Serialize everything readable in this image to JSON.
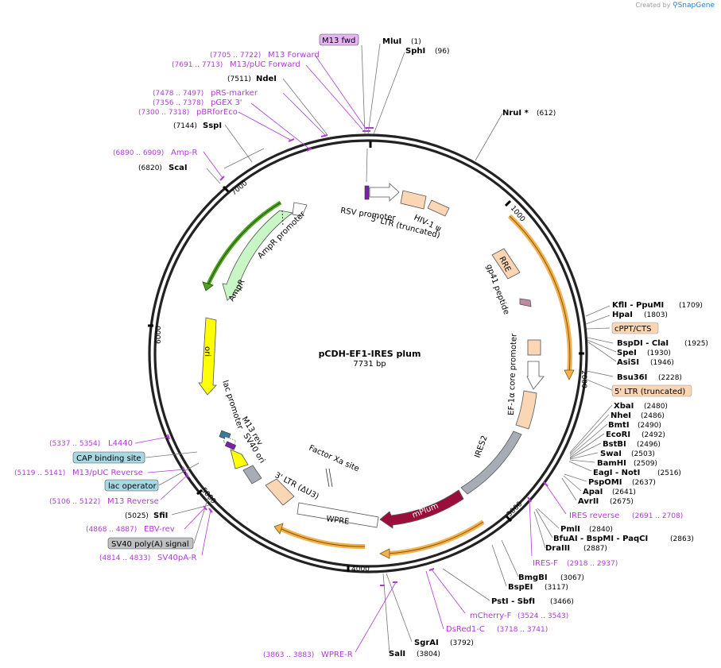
{
  "brand": {
    "prefix": "Created by",
    "name": "SnapGene"
  },
  "plasmid": {
    "name": "pCDH-EF1-IRES plum",
    "length": "7731 bp"
  },
  "ticks": [
    "1000",
    "2000",
    "3000",
    "4000",
    "5000",
    "6000",
    "7000"
  ],
  "sites": [
    {
      "enz": "MluI",
      "pos": "(1)"
    },
    {
      "enz": "SphI",
      "pos": "(96)"
    },
    {
      "enz": "NruI *",
      "pos": "(612)"
    },
    {
      "enz": "KflI - PpuMI",
      "pos": "(1709)"
    },
    {
      "enz": "HpaI",
      "pos": "(1803)"
    },
    {
      "enz": "BspDI - ClaI",
      "pos": "(1925)"
    },
    {
      "enz": "SpeI",
      "pos": "(1930)"
    },
    {
      "enz": "AsiSI",
      "pos": "(1946)"
    },
    {
      "enz": "Bsu36I",
      "pos": "(2228)"
    },
    {
      "enz": "XbaI",
      "pos": "(2480)"
    },
    {
      "enz": "NheI",
      "pos": "(2486)"
    },
    {
      "enz": "BmtI",
      "pos": "(2490)"
    },
    {
      "enz": "EcoRI",
      "pos": "(2492)"
    },
    {
      "enz": "BstBI",
      "pos": "(2496)"
    },
    {
      "enz": "SwaI",
      "pos": "(2503)"
    },
    {
      "enz": "BamHI",
      "pos": "(2509)"
    },
    {
      "enz": "EagI - NotI",
      "pos": "(2516)"
    },
    {
      "enz": "PspOMI",
      "pos": "(2637)"
    },
    {
      "enz": "ApaI",
      "pos": "(2641)"
    },
    {
      "enz": "AvrII",
      "pos": "(2675)"
    },
    {
      "enz": "PmlI",
      "pos": "(2840)"
    },
    {
      "enz": "BfuAI - BspMI - PaqCI",
      "pos": "(2863)"
    },
    {
      "enz": "DraIII",
      "pos": "(2887)"
    },
    {
      "enz": "BmgBI",
      "pos": "(3067)"
    },
    {
      "enz": "BspEI",
      "pos": "(3117)"
    },
    {
      "enz": "PstI - SbfI",
      "pos": "(3466)"
    },
    {
      "enz": "SgrAI",
      "pos": "(3792)"
    },
    {
      "enz": "SalI",
      "pos": "(3804)"
    },
    {
      "enz": "SfiI",
      "pos": "(5025)"
    },
    {
      "enz": "ScaI",
      "pos": "(6820)"
    },
    {
      "enz": "SspI",
      "pos": "(7144)"
    },
    {
      "enz": "NdeI",
      "pos": "(7511)"
    }
  ],
  "primers": [
    {
      "name": "M13 Forward",
      "range": "(7705 .. 7722)"
    },
    {
      "name": "M13/pUC Forward",
      "range": "(7691 .. 7713)"
    },
    {
      "name": "pRS-marker",
      "range": "(7478 .. 7497)"
    },
    {
      "name": "pGEX 3'",
      "range": "(7356 .. 7378)"
    },
    {
      "name": "pBRforEco",
      "range": "(7300 .. 7318)"
    },
    {
      "name": "Amp-R",
      "range": "(6890 .. 6909)"
    },
    {
      "name": "IRES reverse",
      "range": "(2691 .. 2708)"
    },
    {
      "name": "IRES-F",
      "range": "(2918 .. 2937)"
    },
    {
      "name": "mCherry-F",
      "range": "(3524 .. 3543)"
    },
    {
      "name": "DsRed1-C",
      "range": "(3718 .. 3741)"
    },
    {
      "name": "WPRE-R",
      "range": "(3863 .. 3883)"
    },
    {
      "name": "L4440",
      "range": "(5337 .. 5354)"
    },
    {
      "name": "M13/pUC Reverse",
      "range": "(5119 .. 5141)"
    },
    {
      "name": "M13 Reverse",
      "range": "(5106 .. 5122)"
    },
    {
      "name": "EBV-rev",
      "range": "(4868 .. 4887)"
    },
    {
      "name": "SV40pA-R",
      "range": "(4814 .. 4833)"
    }
  ],
  "boxed": {
    "m13fwd": "M13 fwd",
    "cppt": "cPPT/CTS",
    "ltr5": "5' LTR (truncated)",
    "cap": "CAP binding site",
    "lacop": "lac operator",
    "sv40pa": "SV40 poly(A) signal"
  },
  "features": {
    "rsv": "RSV promoter",
    "ltr5trunc": "5' LTR (truncated)",
    "hiv": "HIV-1 ψ",
    "rre": "RRE",
    "gp41": "gp41 peptide",
    "ef1a": "EF-1α core promoter",
    "ires2": "IRES2",
    "mplum": "mPlum",
    "wpre": "WPRE",
    "ltr3": "3' LTR (ΔU3)",
    "factorxa": "Factor Xa site",
    "sv40ori": "SV40 ori",
    "m13rev": "M13 rev",
    "lacprom": "lac promoter",
    "ori": "ori",
    "ampr": "AmpR",
    "ampprom": "AmpR promoter"
  },
  "colors": {
    "primer": "#b03ad8",
    "orange_arc": "#f5b04c",
    "ltr_fill": "#fbd6b5",
    "amp_fill": "#c8f7c5",
    "ori_fill": "#ffff00",
    "ires_fill": "#a8adb5",
    "mplum_fill": "#9b0e3c",
    "rsv_fill": "#7a22a8",
    "green_arc": "#4fa320"
  }
}
